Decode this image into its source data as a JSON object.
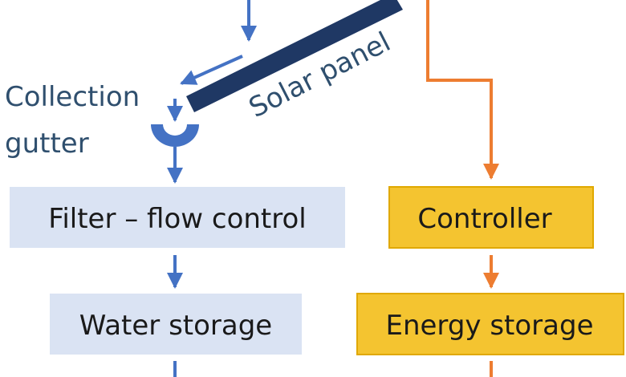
{
  "labels": {
    "solar_panel": "Solar panel",
    "collection_line1": "Collection",
    "collection_line2": "gutter"
  },
  "boxes": {
    "filter": "Filter – flow control",
    "water_storage": "Water storage",
    "controller": "Controller",
    "energy_storage": "Energy storage"
  },
  "colors": {
    "water_flow": "#4472c4",
    "energy_flow": "#ed7d31",
    "water_box": "#dae3f3",
    "energy_box": "#f4c430",
    "energy_box_border": "#e0a800",
    "panel": "#1f3864",
    "label_text": "#2f4f6e"
  },
  "icons": {
    "gutter": "gutter-icon"
  }
}
